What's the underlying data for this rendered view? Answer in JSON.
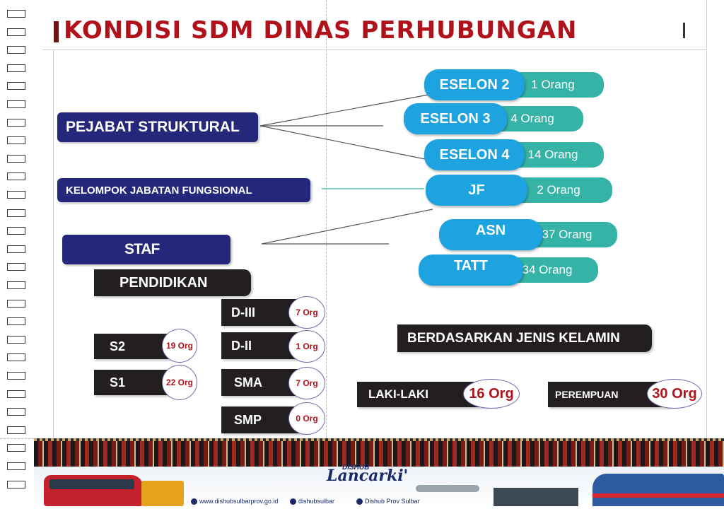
{
  "title": "KONDISI SDM DINAS PERHUBUNGAN",
  "categories": {
    "pejabat": "PEJABAT STRUKTURAL",
    "fungsional": "KELOMPOK JABATAN FUNGSIONAL",
    "staf": "STAF",
    "pendidikan": "PENDIDIKAN",
    "gender": "BERDASARKAN JENIS KELAMIN"
  },
  "positions": [
    {
      "label": "ESELON 2",
      "count": "1 Orang"
    },
    {
      "label": "ESELON 3",
      "count": "4 Orang"
    },
    {
      "label": "ESELON 4",
      "count": "14 Orang"
    },
    {
      "label": "JF",
      "count": "2 Orang"
    },
    {
      "label": "ASN",
      "count": "37 Orang"
    },
    {
      "label": "TATT",
      "count": "34 Orang"
    }
  ],
  "education": [
    {
      "label": "S2",
      "count": "19 Org"
    },
    {
      "label": "S1",
      "count": "22 Org"
    },
    {
      "label": "D-III",
      "count": "7 Org"
    },
    {
      "label": "D-II",
      "count": "1 Org"
    },
    {
      "label": "SMA",
      "count": "7 Org"
    },
    {
      "label": "SMP",
      "count": "0 Org"
    }
  ],
  "gender": [
    {
      "label": "LAKI-LAKI",
      "count": "16 Org"
    },
    {
      "label": "PEREMPUAN",
      "count": "30 Org"
    }
  ],
  "footer": {
    "logo_top": "DISHUB",
    "logo_main": "Lancarki'",
    "links": [
      "www.dishubsulbarprov.go.id",
      "dishubsulbar",
      "Dishub Prov Sulbar"
    ]
  },
  "colors": {
    "title": "#b0121c",
    "navy": "#25287a",
    "blue_pill": "#1ca3e0",
    "teal_pill": "#35b3a7",
    "dark_box": "#231f20"
  }
}
